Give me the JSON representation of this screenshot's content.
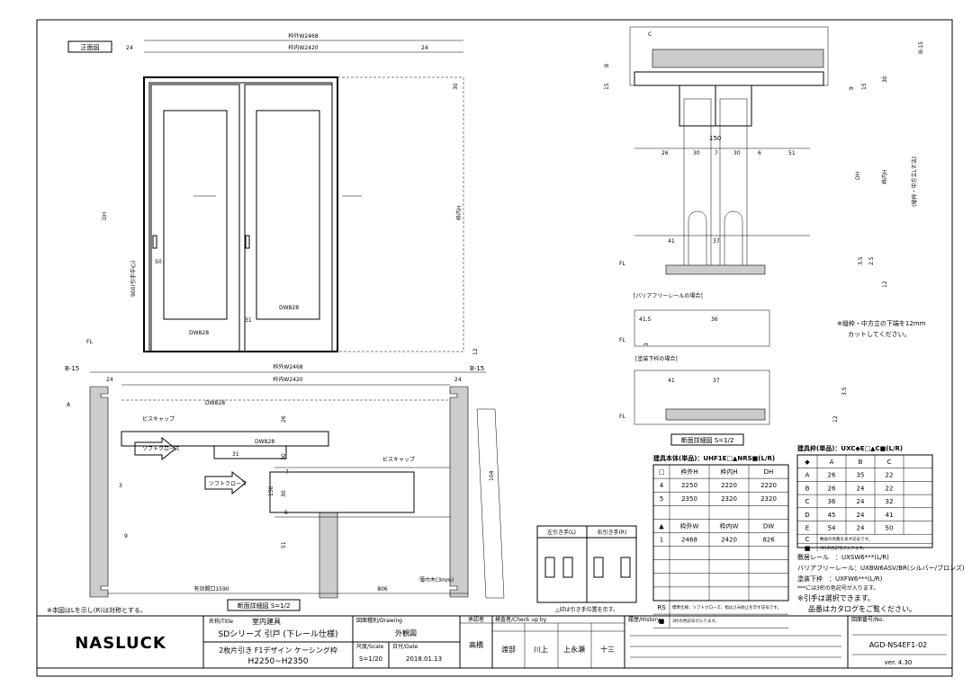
{
  "front": {
    "title": "正面図",
    "outer_w": "枠外W2468",
    "inner_w": "枠内W2420",
    "d24": "24",
    "d30": "30",
    "dh": "DH",
    "inner_h": "枠内H",
    "d50": "50",
    "handle_h": "900(引手中心)",
    "dw1": "DW828",
    "dw2": "DW828",
    "d31": "31",
    "fl": "FL",
    "d12": "12"
  },
  "plan": {
    "b15": "B-15",
    "outer_w": "枠外W2468",
    "inner_w": "枠内W2420",
    "d24": "24",
    "dw828a": "DW828",
    "dw828b": "DW828",
    "d31": "31",
    "screwcap1": "ビスキャップ",
    "screwcap2": "ビスキャップ",
    "soft_close1": "ソフトクローズ",
    "soft_close2": "ソフトクローズ",
    "d26": "26",
    "d30": "30",
    "d7": "7",
    "d150": "150",
    "d6": "6",
    "d51": "51",
    "d3": "3",
    "d9": "9",
    "d104": "104",
    "a": "A",
    "opening": "有効開口1590",
    "d806": "806",
    "thin_board": "薄巾木(3mm)",
    "caption": "断面詳細図 S=1/2",
    "note": "※本図はLを示し(R)は対称とする。"
  },
  "section": {
    "c": "C",
    "b": "B",
    "b15": "B-15",
    "d15": "15",
    "d9": "9",
    "d30": "30",
    "d150": "150",
    "d26": "26",
    "d7": "7",
    "d6": "6",
    "d51": "51",
    "d41": "41",
    "d37": "37",
    "dh": "DH",
    "inner_h": "枠内H",
    "note_h": "(縦枠・中方立Lす法)",
    "d3_5": "3.5",
    "d2_5": "2.5",
    "d12": "12",
    "fl": "FL",
    "barrier_free": "[バリアフリーレールの場合]",
    "d41_5": "41.5",
    "d36": "36",
    "d3": "3",
    "painted": "[塗装下枠の場合]",
    "cut_note1": "※縦枠・中方立の下端を12mm",
    "cut_note2": "カットしてください。",
    "caption": "断面詳細図 S=1/2"
  },
  "handle_pos": {
    "left": "左引き手(L)",
    "right": "右引き手(R)",
    "note": "△印は引き手位置を示す。"
  },
  "body_table": {
    "title": "建具本体(単品)：UHF1E□▲NRS■(L/R)",
    "h_headers": [
      "□",
      "枠外H",
      "枠内H",
      "DH"
    ],
    "h_rows": [
      [
        "4",
        "2250",
        "2220",
        "2220"
      ],
      [
        "5",
        "2350",
        "2320",
        "2320"
      ]
    ],
    "w_headers": [
      "▲",
      "枠外W",
      "枠内W",
      "DW"
    ],
    "w_rows": [
      [
        "1",
        "2468",
        "2420",
        "826"
      ]
    ],
    "rs": "RS",
    "rs_note": "標準仕様、ソフトクローズ、指はさみ防止を示す記号です。",
    "sq": "■",
    "sq_note": "3桁の色記号が入ります。"
  },
  "frame_table": {
    "title": "建具枠(単品)：UXC◆E□▲C■(L/R)",
    "headers": [
      "◆",
      "A",
      "B",
      "C"
    ],
    "rows": [
      [
        "A",
        "26",
        "35",
        "22"
      ],
      [
        "B",
        "26",
        "24",
        "22"
      ],
      [
        "C",
        "36",
        "24",
        "32"
      ],
      [
        "D",
        "45",
        "24",
        "41"
      ],
      [
        "E",
        "54",
        "24",
        "50"
      ]
    ],
    "c": "C",
    "c_note": "敷居の有無を表す記号です。",
    "sq": "■",
    "sq_note": "3桁の色記号が入ります。"
  },
  "rails": {
    "sill": "敷居レール　：UXSW6***(L/R)",
    "barrier": "バリアフリーレール：UXBW6ASV/BR(シルバー/ブロンズ)",
    "painted": "塗装下枠　：UXFW6***(L/R)",
    "color_note": "***には3桁の色記号が入ります。",
    "handle_note": "※引手は選択できます。",
    "catalog_note": "品番はカタログをご覧ください。"
  },
  "titleblock": {
    "logo": "NASLUCK",
    "title_label": "名称/Title",
    "title1": "室内建具",
    "title2": "SDシリーズ 引戸 (下レール仕様)",
    "title3": "2枚片引き F1デザイン ケーシング枠",
    "title4": "H2250~H2350",
    "drawing_label": "図面種別/Drawing",
    "drawing": "外観図",
    "scale_label": "尺度/Scale",
    "scale": "S=1/20",
    "date_label": "日付/Date",
    "date": "2018.01.13",
    "approve_label": "承認者",
    "approver": "高橋",
    "check_label": "検査者/Check up by",
    "checkers": [
      "渡部",
      "川上",
      "上永瀬",
      "十三"
    ],
    "history_label": "履歴/History",
    "no_label": "図面番号/No.",
    "drawing_no": "AGD-NS4EF1-02",
    "version": "ver. 4.30"
  }
}
